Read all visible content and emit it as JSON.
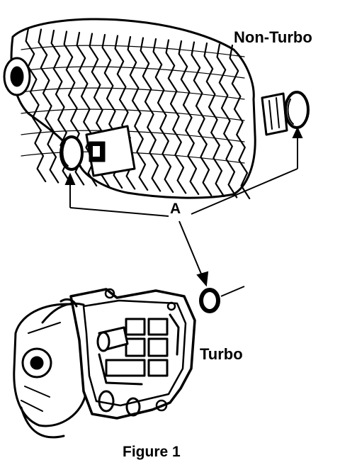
{
  "labels": {
    "non_turbo": "Non-Turbo",
    "callout": "A",
    "turbo": "Turbo",
    "caption": "Figure 1"
  },
  "colors": {
    "ink": "#000000",
    "paper": "#ffffff"
  },
  "icons": {
    "non_turbo_part": "finned-cylinder-housing-icon",
    "turbo_part": "valve-body-casting-icon",
    "seal": "o-ring-seal-icon"
  }
}
